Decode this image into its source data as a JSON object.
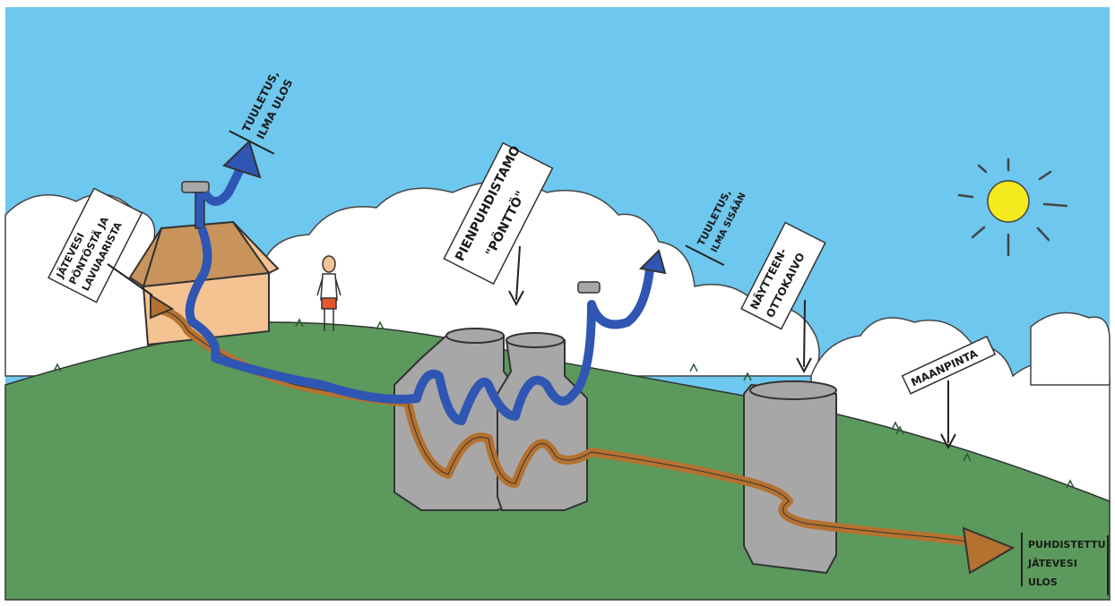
{
  "colors": {
    "sky": "#6ec7ee",
    "grass": "#5b9a5c",
    "cloud": "#ffffff",
    "house_wall": "#f5c391",
    "house_roof": "#c8945b",
    "tank": "#a7a7a7",
    "air_pipe": "#2f56b3",
    "water_pipe": "#b5712f",
    "sun": "#f4ea1e"
  },
  "labels": {
    "ventilation_out": [
      "TUULETUS,",
      "ILMA ULOS"
    ],
    "wastewater_in": [
      "JÄTEVESI",
      "PÖNTÖSTÄ JA",
      "LAVUAARISTA"
    ],
    "plant_name": [
      "PIENPUHDISTAMO",
      "\"PÖNTTÖ\""
    ],
    "ventilation_in": [
      "TUULETUS,",
      "ILMA SISÄÄN"
    ],
    "sample_well": [
      "NÄYTTEEN-",
      "OTTOKAIVO"
    ],
    "ground_level": "MAANPINTA",
    "treated_out": [
      "PUHDISTETTU",
      "JÄTEVESI",
      "ULOS"
    ]
  },
  "icons": {
    "sun": "sun-icon",
    "person": "person-figure"
  }
}
